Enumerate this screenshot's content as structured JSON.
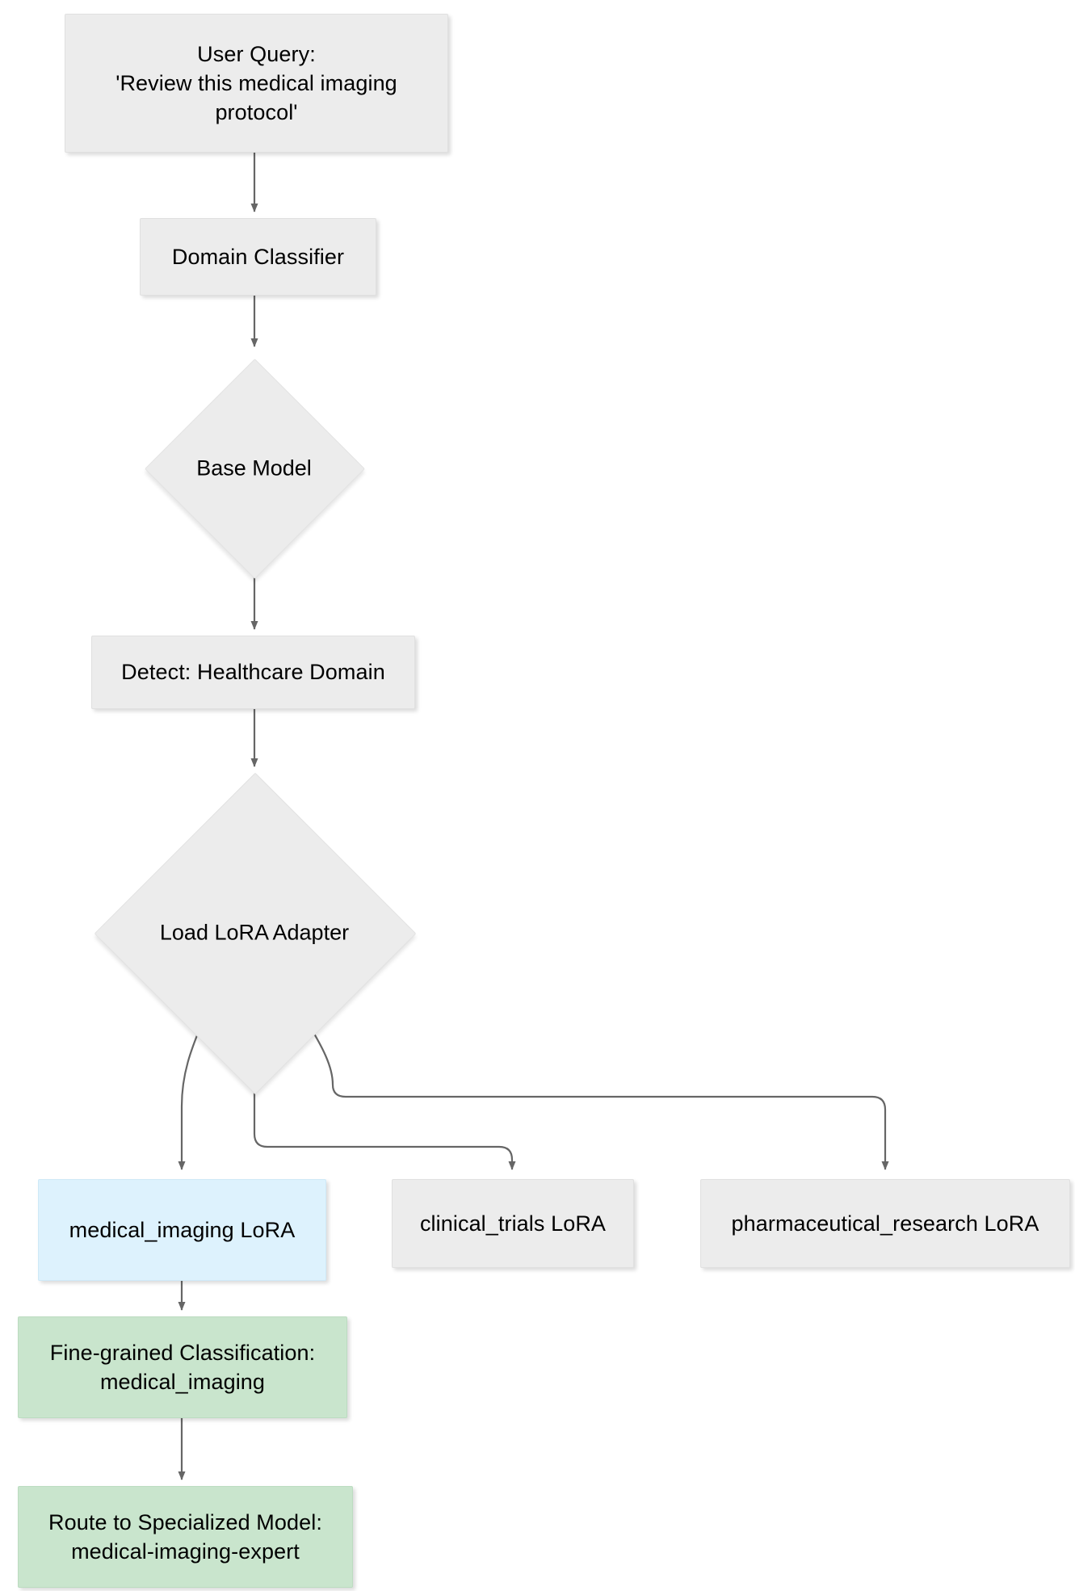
{
  "diagram": {
    "title": "LoRA adapter routing flowchart",
    "type": "flowchart",
    "colors": {
      "node_fill": "#ececec",
      "node_stroke": "#e0e0e0",
      "highlight_fill": "#ddf2fd",
      "result_fill": "#c9e5cd",
      "edge_stroke": "#666666",
      "text": "#000000",
      "background": "#ffffff"
    },
    "nodes": [
      {
        "id": "user_query",
        "shape": "rect",
        "label": "User Query:\n'Review this medical imaging\nprotocol'"
      },
      {
        "id": "domain_classifier",
        "shape": "rect",
        "label": "Domain Classifier"
      },
      {
        "id": "base_model",
        "shape": "diamond",
        "label": "Base Model"
      },
      {
        "id": "detect_domain",
        "shape": "rect",
        "label": "Detect: Healthcare Domain"
      },
      {
        "id": "load_lora",
        "shape": "diamond",
        "label": "Load LoRA Adapter"
      },
      {
        "id": "medical_imaging_lora",
        "shape": "rect",
        "label": "medical_imaging LoRA"
      },
      {
        "id": "clinical_trials_lora",
        "shape": "rect",
        "label": "clinical_trials LoRA"
      },
      {
        "id": "pharmaceutical_research_lora",
        "shape": "rect",
        "label": "pharmaceutical_research LoRA"
      },
      {
        "id": "fine_grained",
        "shape": "rect",
        "label": "Fine-grained Classification:\nmedical_imaging"
      },
      {
        "id": "route_model",
        "shape": "rect",
        "label": "Route to Specialized Model:\nmedical-imaging-expert"
      }
    ],
    "edges": [
      {
        "from": "user_query",
        "to": "domain_classifier"
      },
      {
        "from": "domain_classifier",
        "to": "base_model"
      },
      {
        "from": "base_model",
        "to": "detect_domain"
      },
      {
        "from": "detect_domain",
        "to": "load_lora"
      },
      {
        "from": "load_lora",
        "to": "medical_imaging_lora"
      },
      {
        "from": "load_lora",
        "to": "clinical_trials_lora"
      },
      {
        "from": "load_lora",
        "to": "pharmaceutical_research_lora"
      },
      {
        "from": "medical_imaging_lora",
        "to": "fine_grained"
      },
      {
        "from": "fine_grained",
        "to": "route_model"
      }
    ]
  }
}
